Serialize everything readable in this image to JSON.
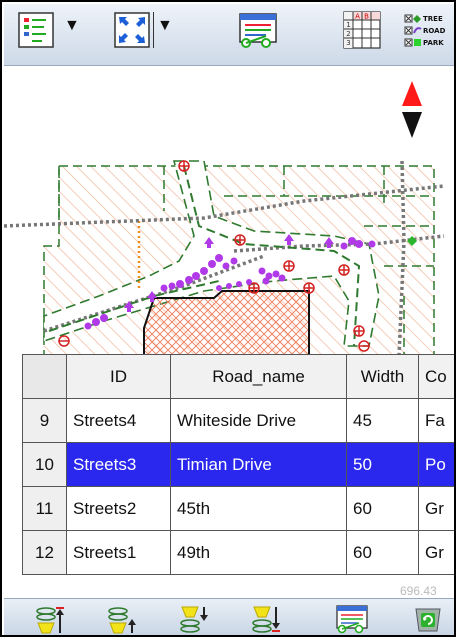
{
  "toolbar": {
    "icons": [
      "layer-list-icon",
      "dropdown-arrow-icon",
      "full-extent-icon",
      "dropdown-arrow-icon",
      "attribute-table-icon",
      "grid-table-icon",
      "legend-icon"
    ]
  },
  "legend": {
    "items": [
      {
        "label": "TREE",
        "color": "#2a9a2a"
      },
      {
        "label": "ROAD",
        "color": "#7a40c8"
      },
      {
        "label": "PARK",
        "color": "#2bd42b"
      }
    ]
  },
  "grid_icon": {
    "header_labels": [
      "A",
      "B"
    ],
    "row_labels": [
      "1",
      "2",
      "3"
    ]
  },
  "map": {
    "north_arrow_colors": [
      "#ff1a1a",
      "#111111"
    ]
  },
  "table": {
    "columns": [
      "",
      "ID",
      "Road_name",
      "Width",
      "Co"
    ],
    "rows": [
      {
        "num": "9",
        "id": "Streets4",
        "road_name": "Whiteside Drive",
        "width": "45",
        "co": "Fa",
        "selected": false
      },
      {
        "num": "10",
        "id": "Streets3",
        "road_name": "Timian Drive",
        "width": "50",
        "co": "Po",
        "selected": true
      },
      {
        "num": "11",
        "id": "Streets2",
        "road_name": "45th",
        "width": "60",
        "co": "Gr",
        "selected": false
      },
      {
        "num": "12",
        "id": "Streets1",
        "road_name": "49th",
        "width": "60",
        "co": "Gr",
        "selected": false
      }
    ],
    "selected_color": "#2a28ee"
  },
  "scale_text": "696.43",
  "bottom_toolbar": {
    "icons": [
      "move-to-first-icon",
      "move-up-icon",
      "move-down-icon",
      "move-to-last-icon",
      "attribute-table-icon",
      "refresh-icon"
    ]
  }
}
